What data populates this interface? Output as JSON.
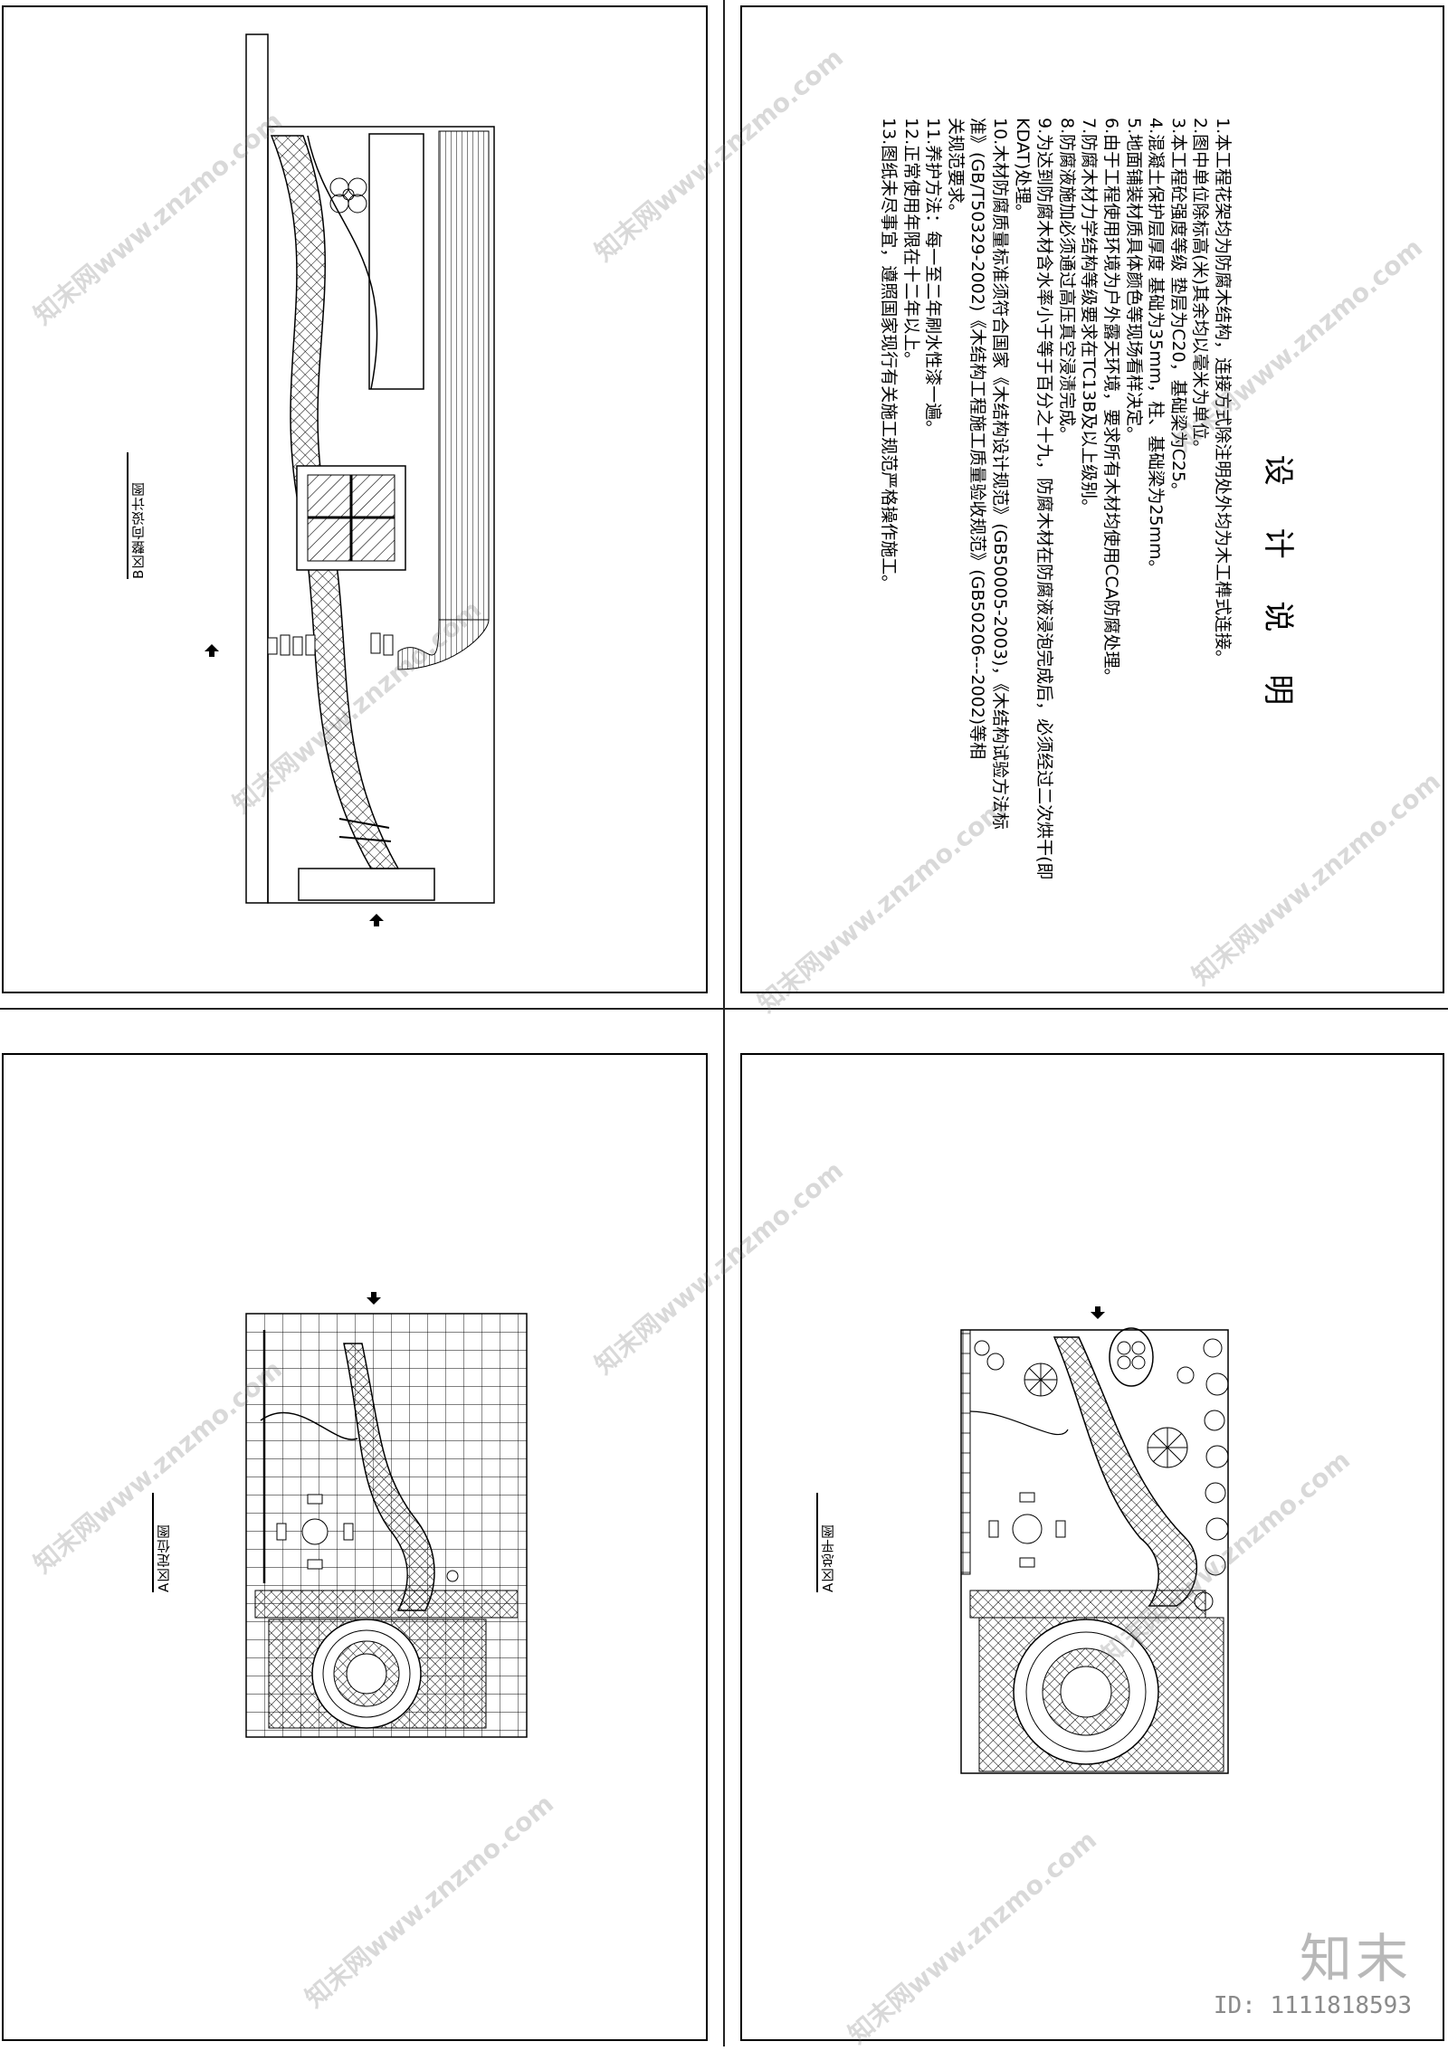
{
  "sheets": {
    "b_zone": {
      "label": "B区整向设计图"
    },
    "notes": {
      "title": "设 计 说 明",
      "items": [
        "1.本工程花架均为防腐木结构，连接方式除注明处外均为木工榫式连接。",
        "2.图中单位除标高(米)其余均以毫米为单位。",
        "3.本工程砼强度等级 垫层为C20，基础梁为C25。",
        "4.混凝土保护层厚度 基础为35mm，柱、基础梁为25mm。",
        "5.地面铺装材质具体颜色等现场看样决定。",
        "6.由于工程使用环境为户外露天环境，要求所有木材均使用CCA防腐处理。",
        "7.防腐木材力学结构等级要求在TC13B及以上级别。",
        "8.防腐液施加必须通过高压真空浸渍完成。",
        "9.为达到防腐木材含水率小于等于百分之十九，防腐木材在防腐液浸泡完成后，必须经过二次烘干(即",
        "KDAT)处理。",
        "10.木材防腐质量标准须符合国家《木结构设计规范》(GB50005-2003)，《木结构试验方法标",
        "准》(GB/T50329-2002)《木结构工程施工质量验收规范》(GB50206---2002)等相",
        "关规范要求。",
        "11.养护方法：每一至二年刷水性漆一遍。",
        "12.正常使用年限在十二年以上。",
        "13.图纸未尽事宜，遵照国家现行有关施工规范严格操作施工。"
      ]
    },
    "a_zone_layout": {
      "label": "A区定位图"
    },
    "a_zone_plan": {
      "label": "A区总平图"
    }
  },
  "watermark": {
    "text": "知末网www.znzmo.com"
  },
  "branding": {
    "logo": "知末",
    "id": "ID: 1111818593"
  }
}
